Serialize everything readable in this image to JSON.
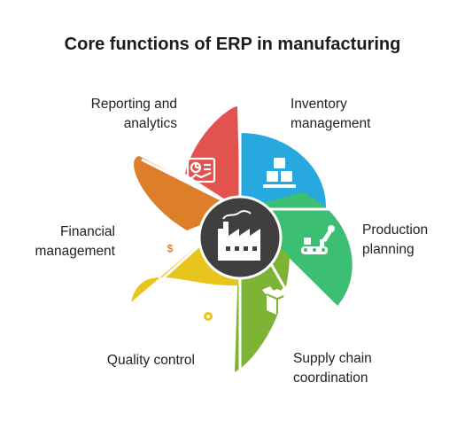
{
  "title": "Core functions of ERP in manufacturing",
  "segments": [
    {
      "label_line1": "Inventory",
      "label_line2": "management",
      "icon": "boxes-icon",
      "color": "#27a9df"
    },
    {
      "label_line1": "Production",
      "label_line2": "planning",
      "icon": "conveyor-robot-arm-icon",
      "color": "#3cbf73"
    },
    {
      "label_line1": "Supply chain",
      "label_line2": "coordination",
      "icon": "package-icon",
      "color": "#7eb435"
    },
    {
      "label_line1": "Quality control",
      "label_line2": "",
      "icon": "checklist-gear-icon",
      "color": "#e8c51c"
    },
    {
      "label_line1": "Financial",
      "label_line2": "management",
      "icon": "clipboard-dollar-icon",
      "color": "#dd7f2a"
    },
    {
      "label_line1": "Reporting and",
      "label_line2": "analytics",
      "icon": "analytics-report-icon",
      "color": "#e25350"
    }
  ],
  "center": {
    "icon": "factory-icon",
    "color": "#3f3f3f"
  }
}
